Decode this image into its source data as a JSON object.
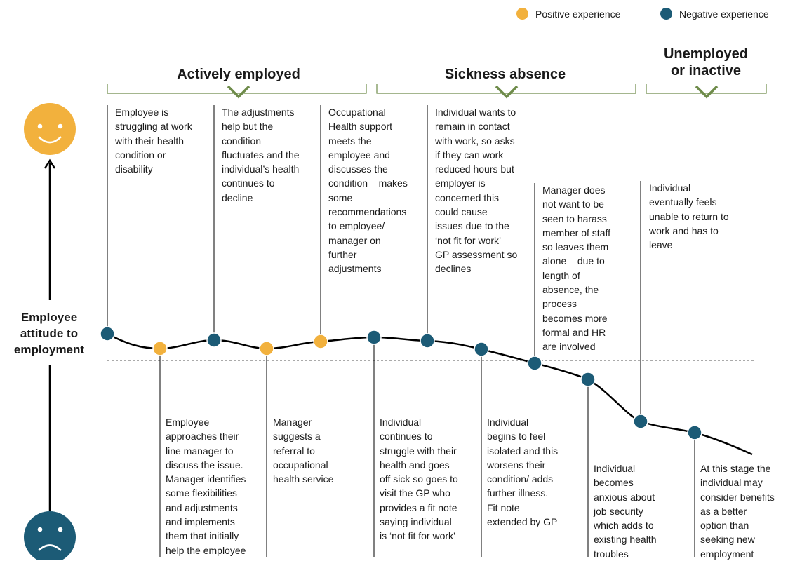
{
  "legend": {
    "positive_label": "Positive experience",
    "negative_label": "Negative experience",
    "positive_color": "#F2B13D",
    "negative_color": "#1C5B76"
  },
  "phases": [
    {
      "label": "Actively employed"
    },
    {
      "label": "Sickness absence"
    },
    {
      "label": "Unemployed\nor inactive"
    }
  ],
  "y_axis": {
    "label": "Employee\nattitude to\nemployment",
    "top_face": "happy-face-icon",
    "bottom_face": "sad-face-icon"
  },
  "annotations_above": [
    {
      "text": "Employee is\nstruggling at work\nwith their health\ncondition or\ndisability",
      "experience": "negative"
    },
    {
      "text": "The adjustments\nhelp but the\ncondition\nfluctuates and the\nindividual’s health\ncontinues to\ndecline",
      "experience": "negative"
    },
    {
      "text": "Occupational\nHealth support\nmeets the\nemployee and\ndiscusses the\ncondition – makes\nsome\nrecommendations\nto employee/\nmanager on\nfurther\nadjustments",
      "experience": "positive"
    },
    {
      "text": "Individual wants to\nremain in contact\nwith work, so asks\nif they can work\nreduced hours but\nemployer is\nconcerned this\ncould cause\nissues due to the\n‘not fit for work’\nGP assessment so\ndeclines",
      "experience": "negative"
    },
    {
      "text": "Manager does\nnot want to be\nseen to harass\nmember of staff\nso leaves them\nalone – due to\nlength of\nabsence, the\nprocess\nbecomes more\nformal and HR\nare involved",
      "experience": "negative"
    },
    {
      "text": "Individual\neventually feels\nunable to return to\nwork and has to\nleave",
      "experience": "negative"
    }
  ],
  "annotations_below": [
    {
      "text": "Employee\napproaches their\nline manager to\ndiscuss the issue.\nManager identifies\nsome flexibilities\nand adjustments\nand implements\nthem that initially\nhelp the employee",
      "experience": "positive"
    },
    {
      "text": "Manager\nsuggests a\nreferral to\noccupational\nhealth service",
      "experience": "positive"
    },
    {
      "text": "Individual\ncontinues to\nstruggle with their\nhealth and goes\noff sick so goes to\nvisit the GP who\nprovides a fit note\nsaying individual\nis ‘not fit for work’",
      "experience": "negative"
    },
    {
      "text": "Individual\nbegins to feel\nisolated and this\nworsens their\ncondition/ adds\nfurther illness.\nFit note\nextended by GP",
      "experience": "negative"
    },
    {
      "text": "Individual\nbecomes\nanxious about\njob security\nwhich adds to\nexisting health\ntroubles",
      "experience": "negative"
    },
    {
      "text": "At this stage the\nindividual may\nconsider benefits\nas a better\noption than\nseeking new\nemployment",
      "experience": "negative"
    }
  ],
  "journey_points": [
    {
      "experience": "negative"
    },
    {
      "experience": "positive"
    },
    {
      "experience": "negative"
    },
    {
      "experience": "positive"
    },
    {
      "experience": "positive"
    },
    {
      "experience": "negative"
    },
    {
      "experience": "negative"
    },
    {
      "experience": "negative"
    },
    {
      "experience": "negative"
    },
    {
      "experience": "negative"
    },
    {
      "experience": "negative"
    },
    {
      "experience": "negative"
    }
  ]
}
